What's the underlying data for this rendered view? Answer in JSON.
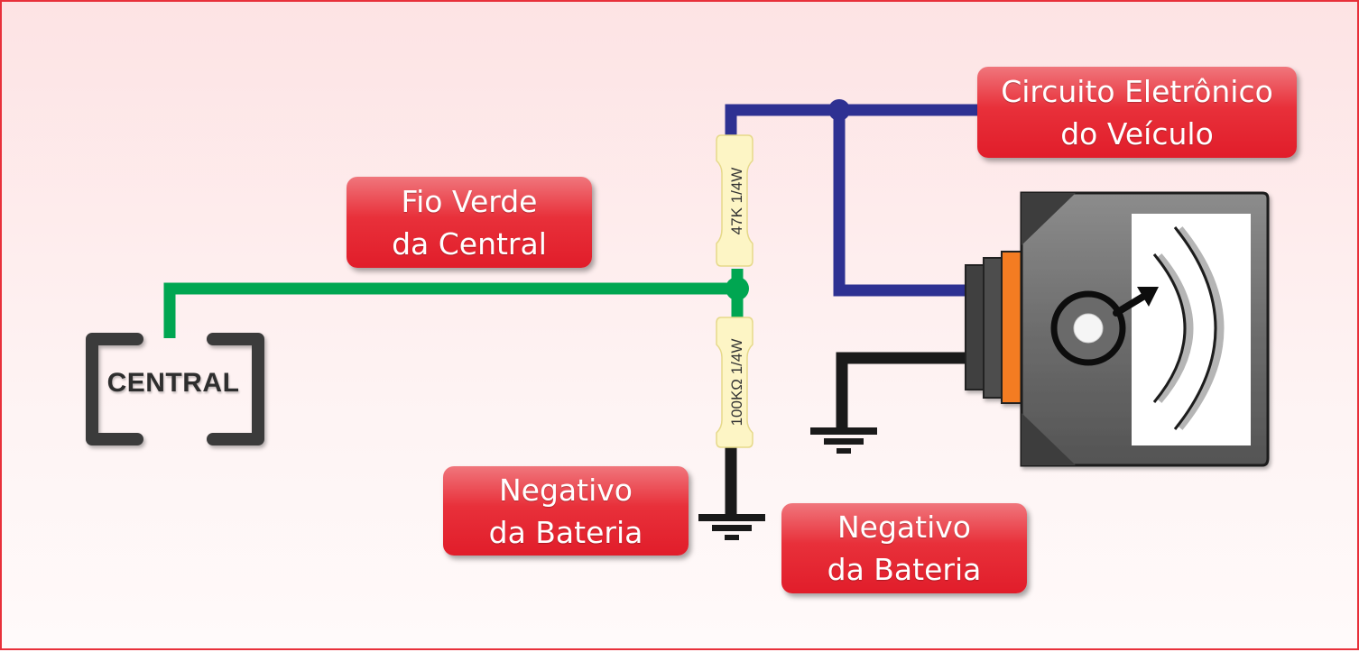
{
  "labels": {
    "fio_verde": {
      "line1": "Fio Verde",
      "line2": "da Central"
    },
    "circuito": {
      "line1": "Circuito Eletrônico",
      "line2": "do Veículo"
    },
    "negativo_1": {
      "line1": "Negativo",
      "line2": "da Bateria"
    },
    "negativo_2": {
      "line1": "Negativo",
      "line2": "da Bateria"
    }
  },
  "central": {
    "label": "CENTRAL"
  },
  "resistors": {
    "top": {
      "label": "47K 1/4W"
    },
    "bottom": {
      "label": "100KΩ 1/4W"
    }
  },
  "colors": {
    "border": "#e8303a",
    "wire_green": "#00a651",
    "wire_blue": "#2e3192",
    "wire_black": "#1a1a1a",
    "label_red": "#e8303a",
    "resistor_body": "#fdf5c5",
    "sensor_orange": "#f47b20"
  }
}
